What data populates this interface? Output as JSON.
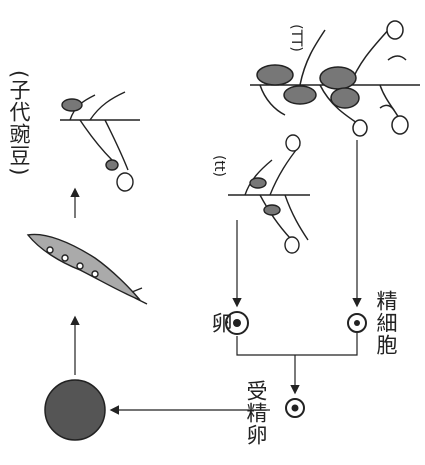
{
  "labels": {
    "sperm": "精細胞",
    "egg": "卵",
    "zygote": "受精卵",
    "offspring": "(子代豌豆)",
    "parent_dominant": "(TT)",
    "parent_recessive": "(tt)"
  },
  "colors": {
    "ink": "#222222",
    "leaf_shade": "#777777",
    "seed_fill": "#555555",
    "pod_fill": "#aaaaaa"
  }
}
